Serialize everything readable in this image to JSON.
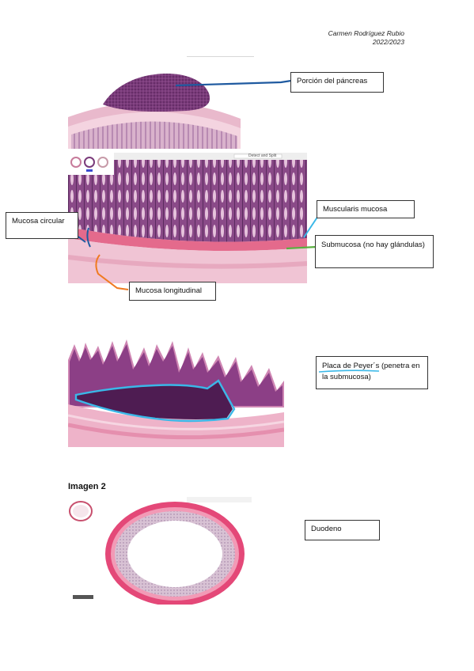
{
  "header": {
    "author": "Carmen Rodríguez Rubio",
    "year": "2022/2023"
  },
  "section1": {
    "labels": {
      "pancreas": "Porción del páncreas",
      "muscularis": "Muscularis mucosa",
      "mucosa_circular": "Mucosa circular",
      "submucosa": "Submucosa (no hay glándulas)",
      "mucosa_longitudinal": "Mucosa longitudinal"
    },
    "viewer_title": "Detect and Split"
  },
  "section2": {
    "peyer_label": "Placa de Peyer´s (penetra en la submucosa)"
  },
  "section3": {
    "heading": "Imagen 2",
    "duodeno_label": "Duodeno"
  },
  "colors": {
    "tissue_pink": "#e8a8c0",
    "tissue_purple": "#6e2f6e",
    "line_blue": "#1f5aa0",
    "line_cyan": "#3ab8e8",
    "line_green": "#5ab040",
    "line_orange": "#f07a20"
  }
}
